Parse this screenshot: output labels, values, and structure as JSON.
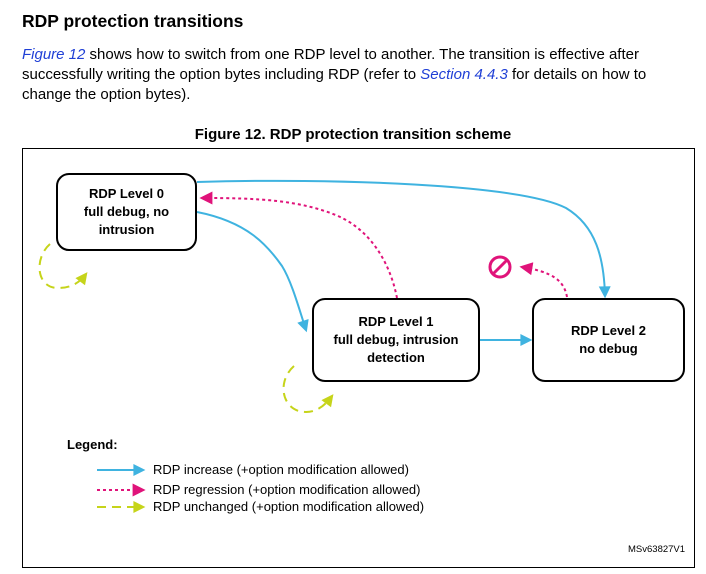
{
  "heading": "RDP protection transitions",
  "intro": {
    "ref1": "Figure 12",
    "text1": " shows how to switch from one RDP level to another. The transition is effective after successfully writing the option bytes including RDP (refer to ",
    "ref2": "Section 4.4.3",
    "text2": " for details on how to change the option bytes)."
  },
  "figure_title": "Figure 12. RDP protection transition scheme",
  "nodes": {
    "level0": {
      "title": "RDP Level 0",
      "line2": "full debug, no",
      "line3": "intrusion"
    },
    "level1": {
      "title": "RDP Level 1",
      "line2": "full debug, intrusion",
      "line3": "detection"
    },
    "level2": {
      "title": "RDP Level 2",
      "line2": "no debug"
    }
  },
  "legend": {
    "title": "Legend:",
    "increase": "RDP increase (+option modification allowed)",
    "regression": "RDP regression (+option modification allowed)",
    "unchanged": "RDP unchanged (+option modification allowed)"
  },
  "colors": {
    "increase": "#3fb3e0",
    "regression": "#e0137a",
    "unchanged": "#c6d41a"
  },
  "figure_ref": "MSv63827V1"
}
